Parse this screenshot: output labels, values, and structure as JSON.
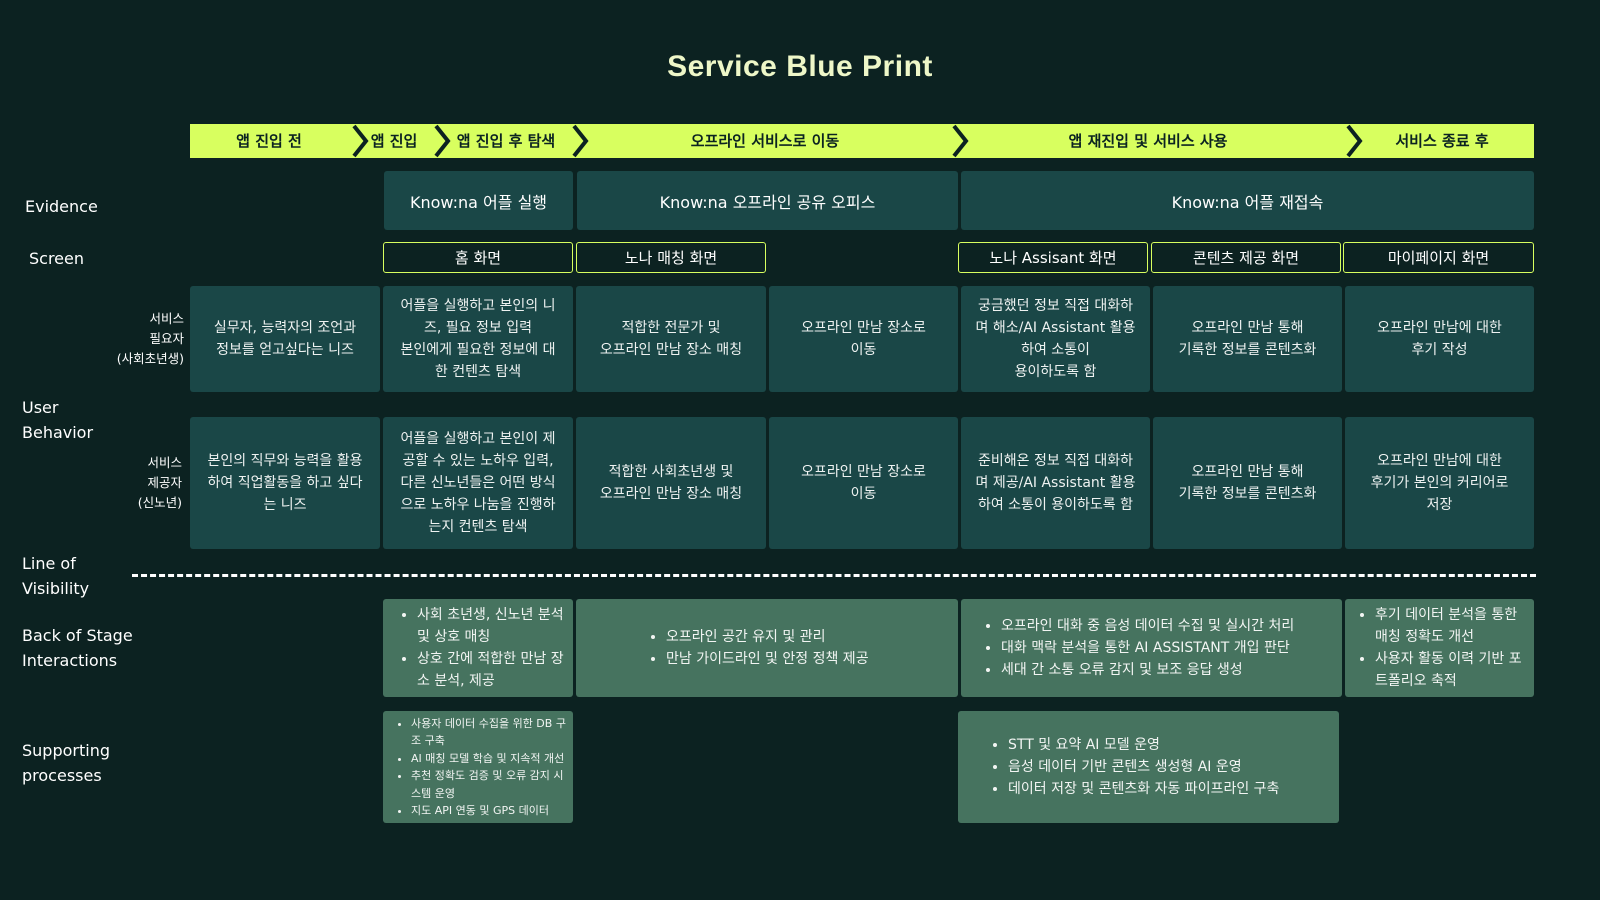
{
  "title": "Service Blue Print",
  "phases": [
    "앱 진입 전",
    "앱 진입",
    "앱 진입 후 탐색",
    "오프라인 서비스로 이동",
    "앱 재진입 및 서비스 사용",
    "서비스 종료 후"
  ],
  "row_labels": {
    "evidence": "Evidence",
    "screen": "Screen",
    "user_behavior_1": "User",
    "user_behavior_2": "Behavior",
    "line_1": "Line of",
    "line_2": "Visibility",
    "back_1": "Back of Stage",
    "back_2": "Interactions",
    "support_1": "Supporting",
    "support_2": "processes"
  },
  "sub_labels": {
    "needers": [
      "서비스",
      "필요자",
      "(사회초년생)"
    ],
    "providers": [
      "서비스",
      "제공자",
      "(신노년)"
    ]
  },
  "evidence": [
    "Know:na 어플 실행",
    "Know:na 오프라인 공유 오피스",
    "Know:na 어플 재접속"
  ],
  "screens": [
    "홈 화면",
    "노나 매칭 화면",
    "노나 Assisant 화면",
    "콘텐츠 제공 화면",
    "마이페이지 화면"
  ],
  "needers_row": [
    "실무자, 능력자의 조언과\n정보를 얻고싶다는 니즈",
    "어플을 실행하고 본인의 니\n즈, 필요 정보 입력\n본인에게 필요한 정보에 대\n한 컨텐츠 탐색",
    "적합한 전문가 및\n오프라인 만남 장소 매칭",
    "오프라인 만남 장소로\n이동",
    "궁금했던 정보 직접 대화하\n며 해소/AI Assistant 활용\n하여 소통이\n용이하도록 함",
    "오프라인 만남 통해\n기록한 정보를 콘텐츠화",
    "오프라인 만남에 대한\n후기 작성"
  ],
  "providers_row": [
    "본인의 직무와 능력을 활용\n하여 직업활동을 하고 싶다\n는 니즈",
    "어플을 실행하고 본인이 제\n공할 수 있는 노하우 입력,\n다른 신노년들은 어떤 방식\n으로 노하우 나눔을 진행하\n는지 컨텐츠 탐색",
    "적합한 사회초년생 및\n오프라인 만남 장소 매칭",
    "오프라인 만남 장소로\n이동",
    "준비해온 정보 직접 대화하\n며 제공/AI Assistant 활용\n하여 소통이 용이하도록 함",
    "오프라인 만남 통해\n기록한 정보를 콘텐츠화",
    "오프라인 만남에 대한\n후기가 본인의 커리어로\n저장"
  ],
  "back_stage": [
    [
      "사회 초년생, 신노년 분석 및 상호 매칭",
      "상호 간에 적합한 만남 장소 분석, 제공"
    ],
    [
      "오프라인 공간 유지 및 관리",
      "만남 가이드라인 및 안정 정책 제공"
    ],
    [
      "오프라인 대화 중 음성 데이터 수집 및 실시간 처리",
      "대화 맥락 분석을 통한 AI ASSISTANT 개입 판단",
      "세대 간 소통 오류 감지 및 보조 응답 생성"
    ],
    [
      "후기 데이터 분석을 통한 매칭 정확도 개선",
      "사용자 활동 이력 기반 포트폴리오 축적"
    ]
  ],
  "supporting": [
    [
      "사용자 데이터 수집을 위한 DB 구조 구축",
      "AI 매칭 모델 학습 및 지속적 개선",
      "추천 정확도 검증 및 오류 감지 시스템 운영",
      "지도 API 연동 및 GPS 데이터"
    ],
    [
      "STT 및 요약 AI 모델 운영",
      "음성 데이터 기반 콘텐츠 생성형 AI 운영",
      "데이터 저장 및 콘텐츠화 자동 파이프라인 구축"
    ]
  ],
  "colors": {
    "background": "#0c2221",
    "accent": "#d8ff5f",
    "card": "#1a4747",
    "back_stage": "#46735f"
  }
}
